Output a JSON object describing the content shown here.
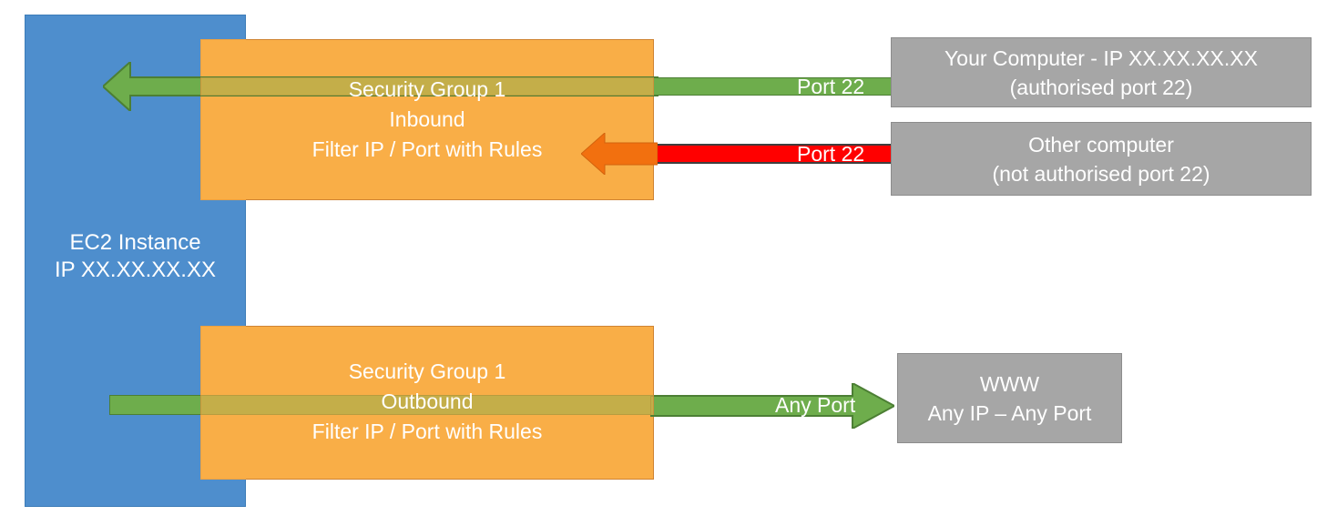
{
  "diagram": {
    "title": "AWS EC2 Security Group inbound and outbound filtering",
    "colors": {
      "ec2_blue": "#4e8ecd",
      "security_group_orange": "#f9ae47",
      "allowed_green": "#6ead4c",
      "blocked_red": "#ff0000",
      "blocked_arrow_orange": "#f2700f",
      "endpoint_grey": "#a6a6a6",
      "text_white": "#ffffff"
    }
  },
  "ec2": {
    "line1": "EC2 Instance",
    "line2": "IP XX.XX.XX.XX"
  },
  "security_groups": {
    "inbound": {
      "line1": "Security Group 1",
      "line2": "Inbound",
      "line3": "Filter IP / Port with Rules"
    },
    "outbound": {
      "line1": "Security Group 1",
      "line2": "Outbound",
      "line3": "Filter IP / Port with Rules"
    }
  },
  "endpoints": {
    "your_computer": {
      "line1": "Your Computer - IP XX.XX.XX.XX",
      "line2": "(authorised port 22)"
    },
    "other_computer": {
      "line1": "Other computer",
      "line2": "(not authorised port 22)"
    },
    "www": {
      "line1": "WWW",
      "line2": "Any IP – Any Port"
    }
  },
  "flows": {
    "allowed_inbound": {
      "label": "Port 22",
      "status": "allowed",
      "color": "#6ead4c"
    },
    "blocked_inbound": {
      "label": "Port 22",
      "status": "blocked",
      "color": "#ff0000"
    },
    "allowed_outbound": {
      "label": "Any Port",
      "status": "allowed",
      "color": "#6ead4c"
    }
  }
}
